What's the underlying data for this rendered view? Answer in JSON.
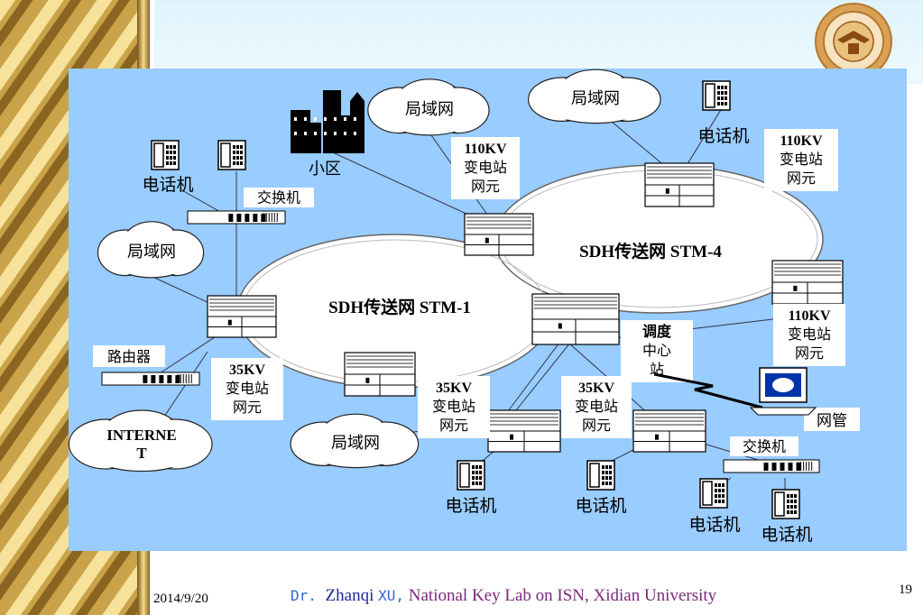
{
  "slide": {
    "footer": {
      "date": "2014/9/20",
      "author_prefix": "Dr. ",
      "author_name": "Zhanqi ",
      "author_surname": "XU,",
      "affiliation": " National Key Lab on ISN, Xidian University",
      "page_number": "19"
    }
  },
  "diagram": {
    "rings": [
      "SDH传送网 STM-1",
      "SDH传送网 STM-4"
    ],
    "clouds": [
      "局域网",
      "局域网",
      "局域网",
      "局域网"
    ],
    "internet_cloud": [
      "INTERNE",
      "T"
    ],
    "district_label": "小区",
    "phone_label": "电话机",
    "switch_label": "交换机",
    "router_label": "路由器",
    "station_110": [
      "110KV",
      "变电站",
      "网元"
    ],
    "station_35": [
      "35KV",
      "变电站",
      "网元"
    ],
    "control_center": [
      "调度",
      "中心",
      "站"
    ],
    "nms_label": "网管"
  }
}
